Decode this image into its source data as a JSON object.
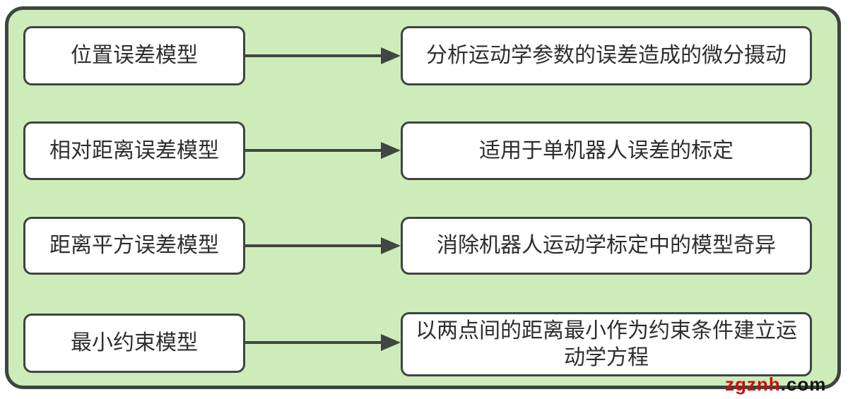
{
  "diagram_title": "robot-error-model-flowchart",
  "rows": [
    {
      "model": "位置误差模型",
      "description": "分析运动学参数的误差造成的微分摄动"
    },
    {
      "model": "相对距离误差模型",
      "description": "适用于单机器人误差的标定"
    },
    {
      "model": "距离平方误差模型",
      "description": "消除机器人运动学标定中的模型奇异"
    },
    {
      "model": "最小约束模型",
      "description": "以两点间的距离最小作为约束条件建立运动学方程"
    }
  ],
  "watermark": {
    "name": "zgznh",
    "suffix": ".com"
  },
  "colors": {
    "background_green": "#ceecba",
    "frame_border": "#3d4541",
    "box_fill": "#ffffff",
    "box_border": "#3d4541",
    "arrow": "#3f4643",
    "text": "#2e2e2e",
    "watermark_red": "#cc0f0f",
    "watermark_black": "#141414"
  }
}
